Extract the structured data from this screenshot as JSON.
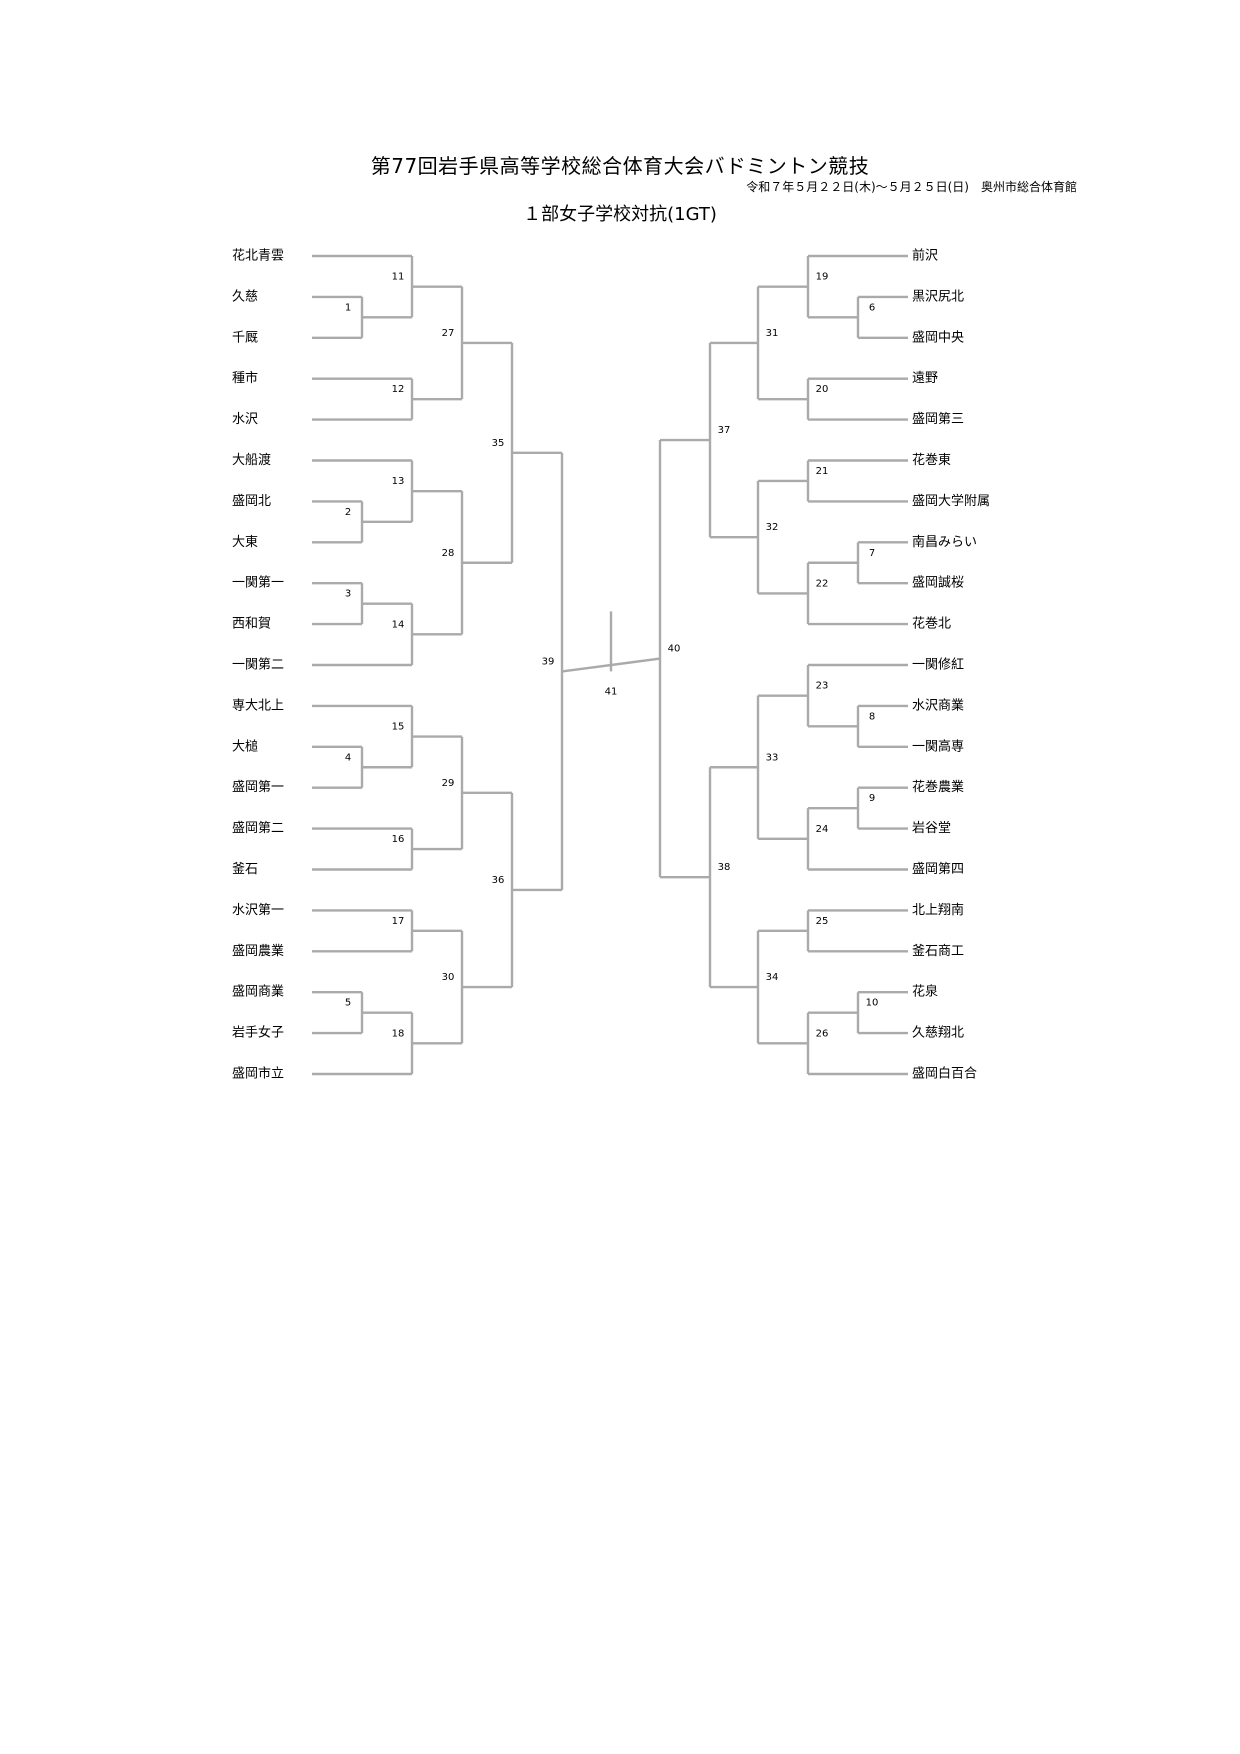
{
  "header": {
    "title": "第77回岩手県高等学校総合体育大会バドミントン競技",
    "dates_venue": "令和７年５月２２日(木)～５月２５日(日)　奥州市総合体育館",
    "event": "１部女子学校対抗(1GT)"
  },
  "left_teams": [
    "花北青雲",
    "久慈",
    "千厩",
    "種市",
    "水沢",
    "大船渡",
    "盛岡北",
    "大東",
    "一関第一",
    "西和賀",
    "一関第二",
    "専大北上",
    "大槌",
    "盛岡第一",
    "盛岡第二",
    "釜石",
    "水沢第一",
    "盛岡農業",
    "盛岡商業",
    "岩手女子",
    "盛岡市立"
  ],
  "right_teams": [
    "前沢",
    "黒沢尻北",
    "盛岡中央",
    "遠野",
    "盛岡第三",
    "花巻東",
    "盛岡大学附属",
    "南昌みらい",
    "盛岡誠桜",
    "花巻北",
    "一関修紅",
    "水沢商業",
    "一関高専",
    "花巻農業",
    "岩谷堂",
    "盛岡第四",
    "北上翔南",
    "釜石商工",
    "花泉",
    "久慈翔北",
    "盛岡白百合"
  ],
  "line_color": "#aaaaaa"
}
